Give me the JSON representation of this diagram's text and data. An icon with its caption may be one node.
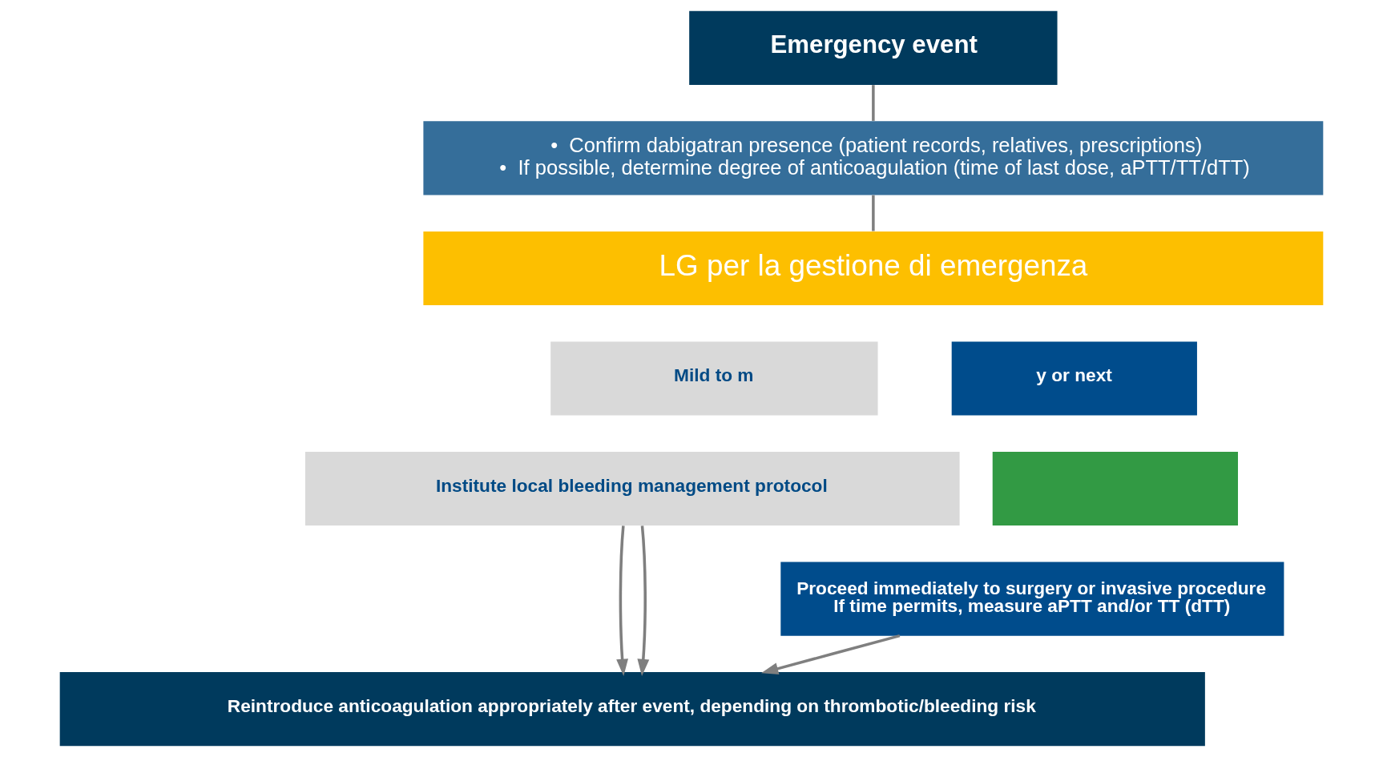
{
  "diagram": {
    "nodes": [
      {
        "text": [
          "Emergency event"
        ]
      },
      {
        "text": [
          "•\tConfirm dabigatran presence (patient records, relatives, prescriptions)",
          "•\tIf possible, determine degree of anticoagulation (time of last dose, aPTT/TT/dTT)"
        ]
      },
      {
        "text": [
          "LG per la gestione di emergenza"
        ]
      },
      {
        "text": [
          "Mild to m"
        ]
      },
      {
        "text": [
          "y or next"
        ]
      },
      {
        "text": [
          "Institute local bleeding management protocol"
        ]
      },
      {
        "text": [],
        "shape": "box"
      },
      {
        "text": [
          "Proceed immediately to surgery or invasive procedure",
          "If time permits, measure aPTT and/or TT (dTT)"
        ]
      },
      {
        "text": [
          "Reintroduce anticoagulation appropriately after event, depending on thrombotic/bleeding risk"
        ]
      }
    ],
    "edges": [
      {
        "from": 0,
        "to": 1,
        "arrow": "none"
      },
      {
        "from": 1,
        "to": 2,
        "arrow": "none"
      },
      {
        "from": 5,
        "to": 8,
        "arrow": "to"
      },
      {
        "from": 5,
        "to": 8,
        "arrow": "to"
      },
      {
        "from": 7,
        "to": 8,
        "arrow": "to"
      }
    ]
  }
}
